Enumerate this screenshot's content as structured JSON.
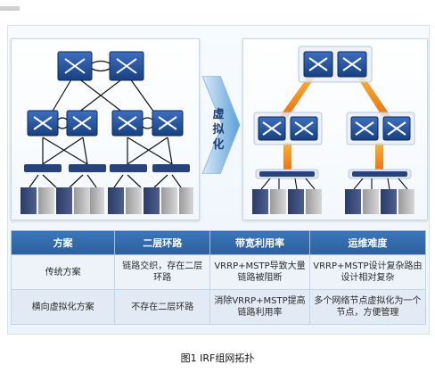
{
  "arrow_label": "虚拟化",
  "table": {
    "headers": [
      "方案",
      "二层环路",
      "带宽利用率",
      "运维难度"
    ],
    "rows": [
      [
        "传统方案",
        "链路交织，存在二层环路",
        "VRRP+MSTP导致大量链路被阻断",
        "VRRP+MSTP设计复杂路由设计相对复杂"
      ],
      [
        "横向虚拟化方案",
        "不存在二层环路",
        "消除VRRP+MSTP提高链路利用率",
        "多个网络节点虚拟化为一个节点，方便管理"
      ]
    ]
  },
  "caption": "图1 IRF组网拓扑",
  "colors": {
    "header_blue": "#2c5f9d",
    "switch_blue": "#1e4f9c",
    "link_orange": "#f08a14",
    "server_dark": "#2e3f6e"
  }
}
